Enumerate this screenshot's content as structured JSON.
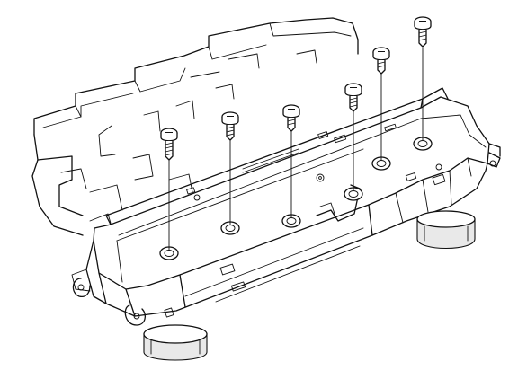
{
  "diagram": {
    "colors": {
      "line": "#111111",
      "background": "#ffffff"
    },
    "parts": [
      {
        "name": "rear-panel-assembly",
        "icon": "panel-outline"
      },
      {
        "name": "control-housing",
        "icon": "housing-shell"
      },
      {
        "name": "screws",
        "count": 6,
        "icon": "pan-head-screw"
      },
      {
        "name": "rotary-knobs",
        "count": 2,
        "icon": "knob-cylinder"
      }
    ]
  }
}
